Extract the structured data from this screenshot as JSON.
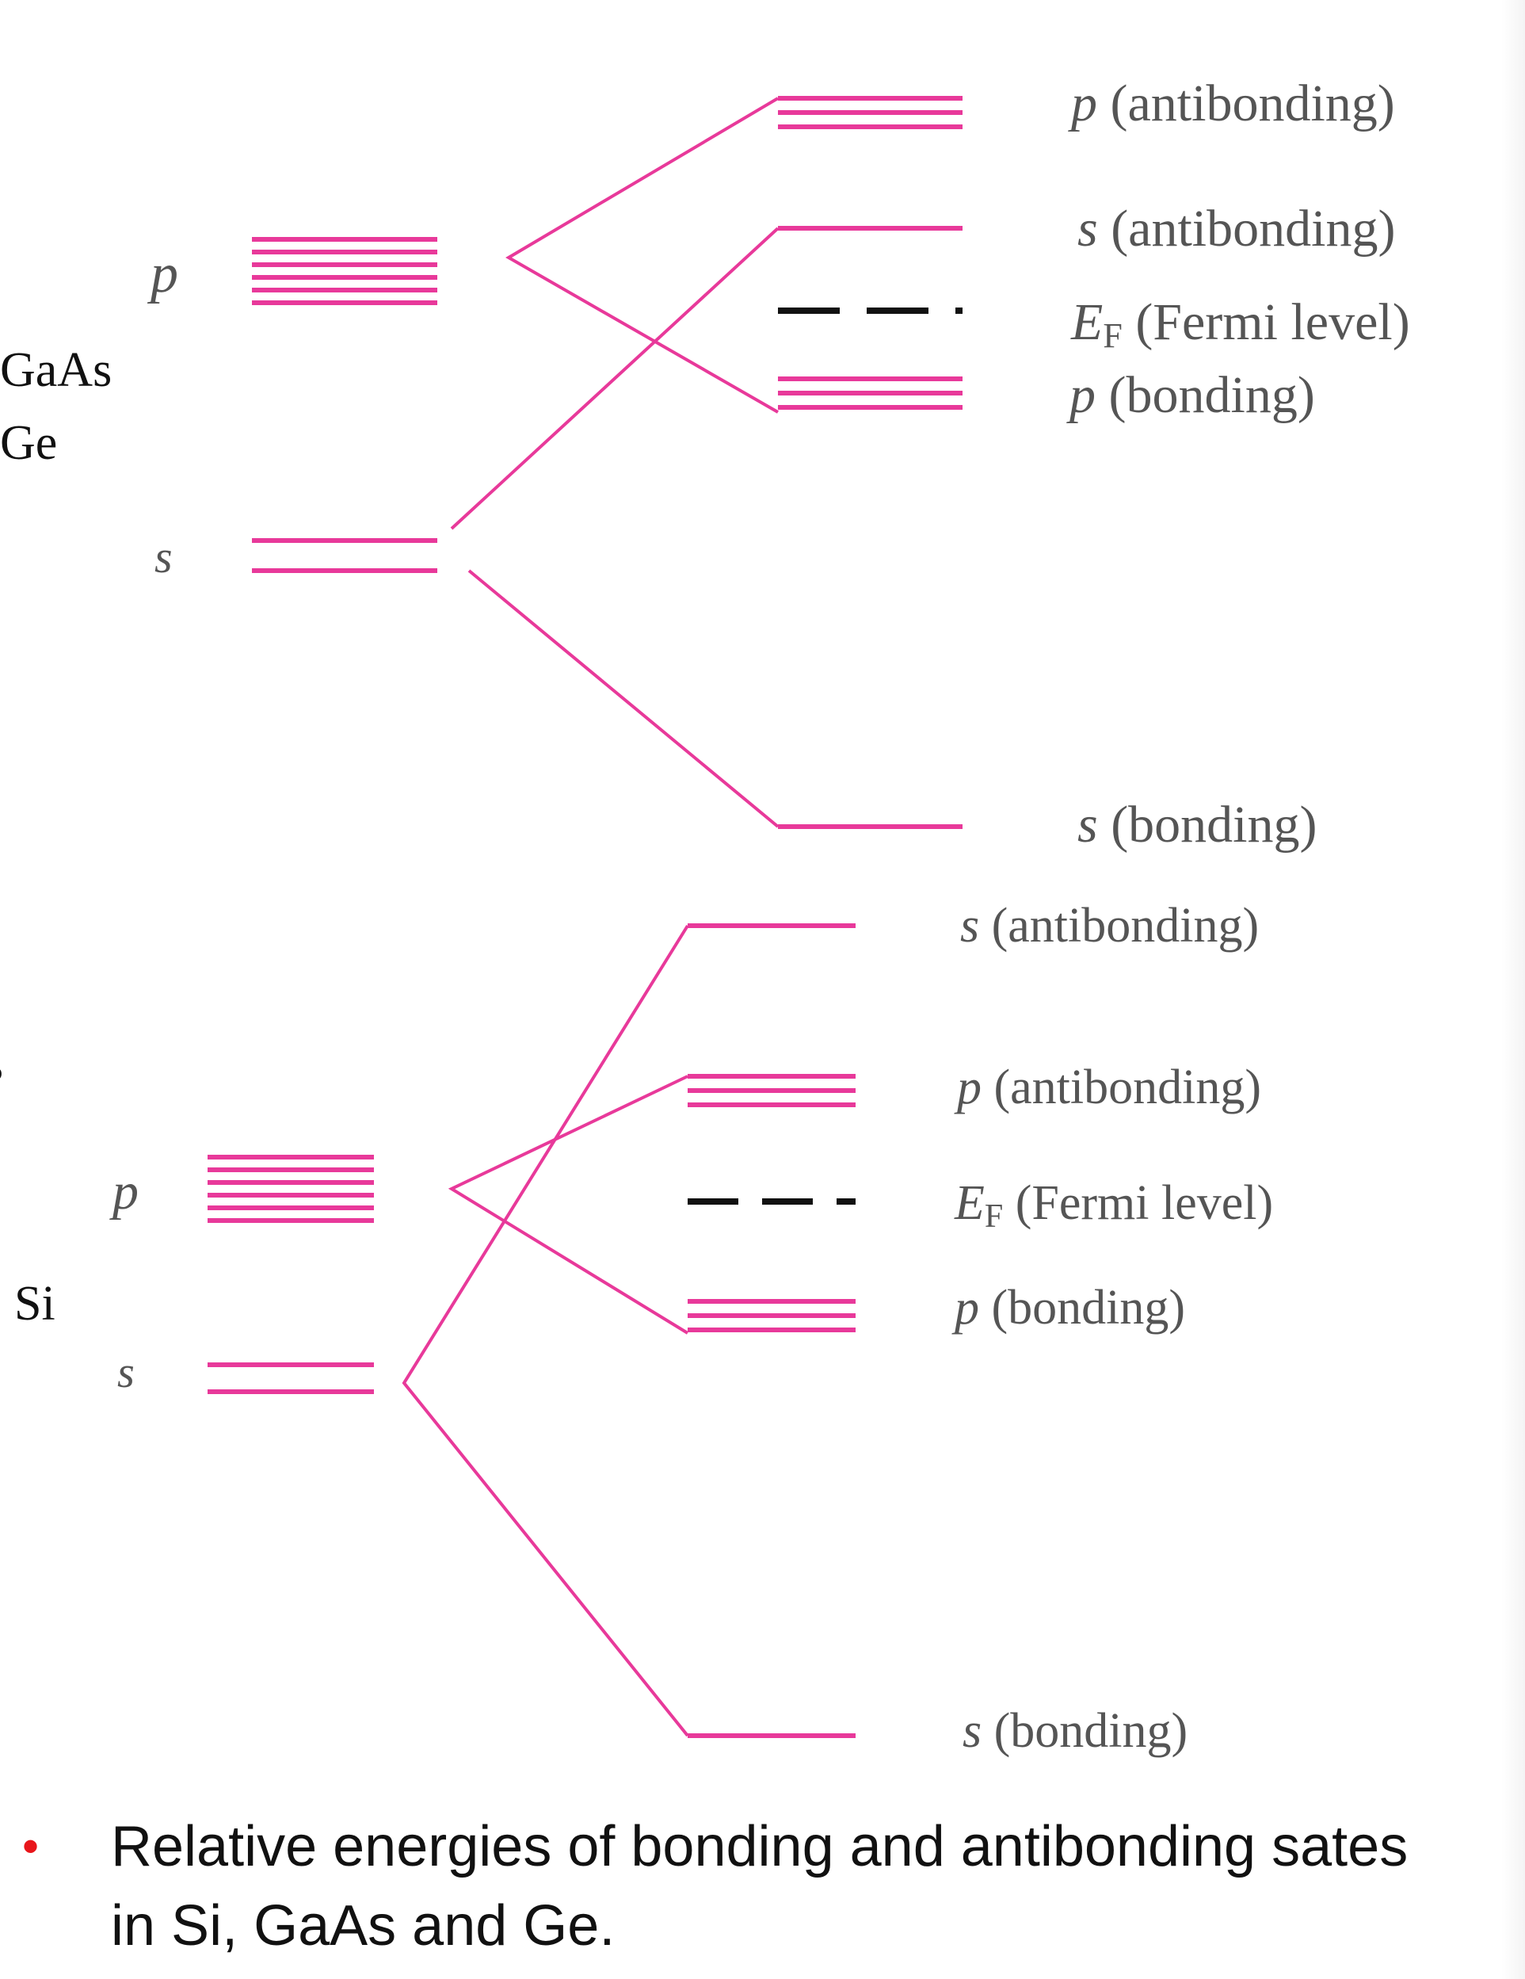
{
  "materials": {
    "top_line1": "GaAs",
    "top_line2": "Ge",
    "partial": "s",
    "bottom": "Si"
  },
  "top_diagram": {
    "atomic_p": "p",
    "atomic_s": "s",
    "levels": [
      {
        "italic": "p",
        "rest": " (antibonding)"
      },
      {
        "italic": "s",
        "rest": " (antibonding)"
      },
      {
        "italic": "E",
        "sub": "F",
        "rest": " (Fermi level)"
      },
      {
        "italic": "p",
        "rest": " (bonding)"
      },
      {
        "italic": "s",
        "rest": " (bonding)"
      }
    ]
  },
  "bottom_diagram": {
    "atomic_p": "p",
    "atomic_s": "s",
    "levels": [
      {
        "italic": "s",
        "rest": " (antibonding)"
      },
      {
        "italic": "p",
        "rest": " (antibonding)"
      },
      {
        "italic": "E",
        "sub": "F",
        "rest": " (Fermi level)"
      },
      {
        "italic": "p",
        "rest": " (bonding)"
      },
      {
        "italic": "s",
        "rest": " (bonding)"
      }
    ]
  },
  "caption": {
    "bullet": "•",
    "text": "Relative energies of bonding and antibonding sates in Si, GaAs and Ge."
  },
  "colors": {
    "level_line": "#e8399a",
    "fermi": "#111111",
    "label": "#555555",
    "bullet": "#e8161b"
  }
}
